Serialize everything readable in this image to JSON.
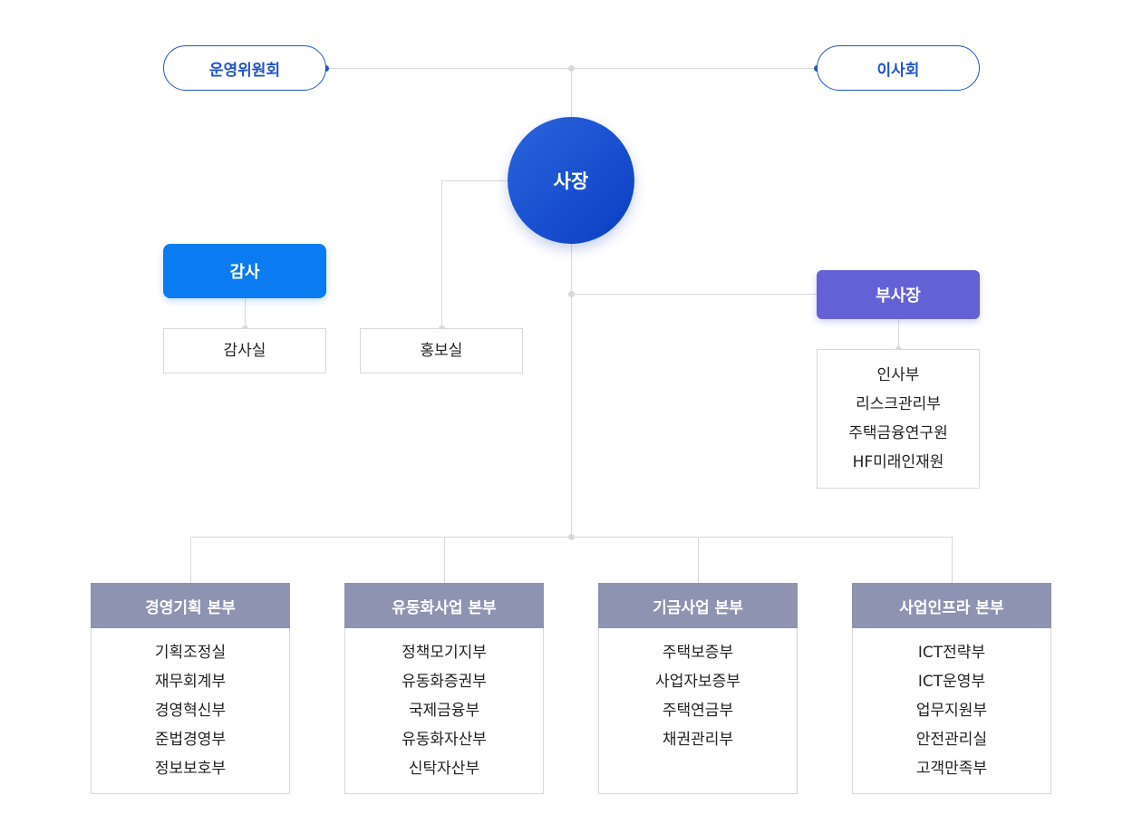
{
  "top": {
    "left_committee": "운영위원회",
    "right_board": "이사회"
  },
  "ceo": "사장",
  "audit": {
    "head": "감사",
    "office": "감사실"
  },
  "pr_office": "홍보실",
  "vice_president": {
    "head": "부사장",
    "units": [
      "인사부",
      "리스크관리부",
      "주택금융연구원",
      "HF미래인재원"
    ]
  },
  "divisions": [
    {
      "name": "경영기획 본부",
      "units": [
        "기획조정실",
        "재무회계부",
        "경영혁신부",
        "준법경영부",
        "정보보호부"
      ]
    },
    {
      "name": "유동화사업 본부",
      "units": [
        "정책모기지부",
        "유동화증권부",
        "국제금융부",
        "유동화자산부",
        "신탁자산부"
      ]
    },
    {
      "name": "기금사업 본부",
      "units": [
        "주택보증부",
        "사업자보증부",
        "주택연금부",
        "채권관리부"
      ]
    },
    {
      "name": "사업인프라 본부",
      "units": [
        "ICT전략부",
        "ICT운영부",
        "업무지원부",
        "안전관리실",
        "고객만족부"
      ]
    }
  ],
  "colors": {
    "blue": "#1f54c9",
    "audit_blue": "#0a7bf0",
    "vp_purple": "#6461d6",
    "division_gray": "#8d93b0",
    "line_gray": "#d6d8de"
  }
}
